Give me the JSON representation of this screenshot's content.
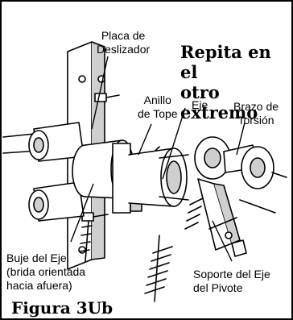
{
  "headline": "Repita en el\notro extremo",
  "figure_caption": "Figura 3Ub",
  "labels": {
    "slide_plate": "Placa de\nDeslizador",
    "stop_ring": "Anillo\nde Tope",
    "shaft": "Eje",
    "torsion_arm": "Brazo de\nTorsión",
    "shaft_bushing": "Buje del Eje\n(brida orientada\nhacia afuera)",
    "pivot_shaft_support": "Soporte del Eje\ndel Pivote"
  },
  "colors": {
    "ink": "#000000",
    "paper": "#ffffff",
    "shade": "#cfcfcf"
  }
}
